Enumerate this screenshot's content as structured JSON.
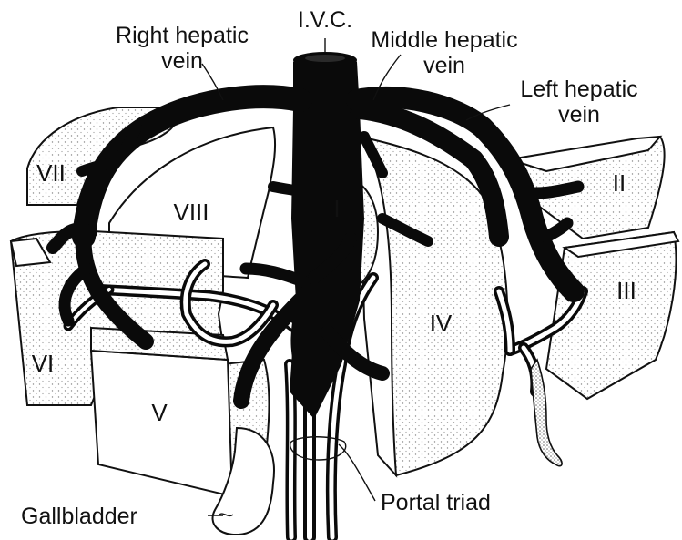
{
  "labels": {
    "ivc": "I.V.C.",
    "right_hepatic_vein_line1": "Right hepatic",
    "right_hepatic_vein_line2": "vein",
    "middle_hepatic_vein_line1": "Middle hepatic",
    "middle_hepatic_vein_line2": "vein",
    "left_hepatic_vein_line1": "Left hepatic",
    "left_hepatic_vein_line2": "vein",
    "gallbladder": "Gallbladder",
    "portal_triad": "Portal triad"
  },
  "segments": {
    "s1": "I",
    "s2": "II",
    "s3": "III",
    "s4": "IV",
    "s5": "V",
    "s6": "VI",
    "s7": "VII",
    "s8": "VIII"
  },
  "colors": {
    "ink": "#0a0a0a",
    "paper": "#ffffff",
    "stipple": "#9a9a9a"
  }
}
